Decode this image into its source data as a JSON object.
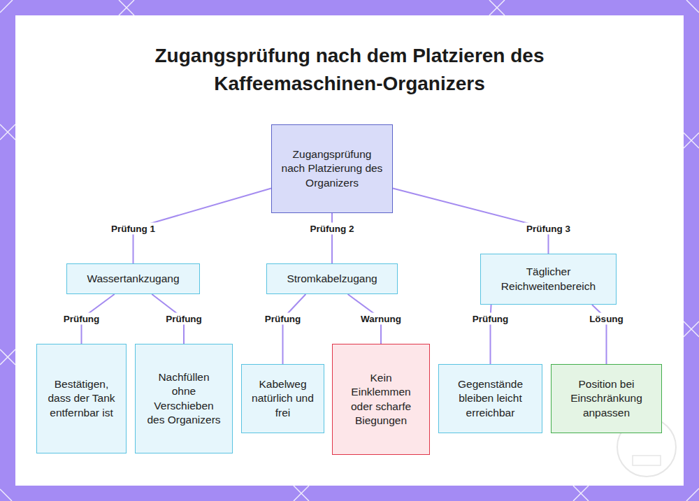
{
  "diagram": {
    "title": "Zugangsprüfung nach dem Platzieren des Kaffeemaschinen-Organizers",
    "nodes": [
      {
        "text": [
          "Zugangsprüfung nach Platzierung des Organizers"
        ]
      },
      {
        "text": [
          "Wassertankzugang"
        ]
      },
      {
        "text": [
          "Stromkabelzugang"
        ]
      },
      {
        "text": [
          "Täglicher Reichweitenbereich"
        ]
      },
      {
        "text": [
          "Bestätigen, dass der Tank entfernbar ist"
        ]
      },
      {
        "text": [
          "Nachfüllen ohne Verschieben des Organizers"
        ]
      },
      {
        "text": [
          "Kabelweg natürlich und frei"
        ]
      },
      {
        "text": [
          "Kein Einklemmen oder scharfe Biegungen"
        ]
      },
      {
        "text": [
          "Gegenstände bleiben leicht erreichbar"
        ]
      },
      {
        "text": [
          "Position bei Einschränkung anpassen"
        ]
      }
    ],
    "edges": [
      {
        "from": 0,
        "to": 1,
        "label": "Prüfung 1",
        "arrow": "none"
      },
      {
        "from": 0,
        "to": 2,
        "label": "Prüfung 2",
        "arrow": "none"
      },
      {
        "from": 0,
        "to": 3,
        "label": "Prüfung 3",
        "arrow": "none"
      },
      {
        "from": 1,
        "to": 4,
        "label": "Prüfung",
        "arrow": "none"
      },
      {
        "from": 1,
        "to": 5,
        "label": "Prüfung",
        "arrow": "none"
      },
      {
        "from": 2,
        "to": 6,
        "label": "Prüfung",
        "arrow": "none"
      },
      {
        "from": 2,
        "to": 7,
        "label": "Warnung",
        "arrow": "none"
      },
      {
        "from": 3,
        "to": 8,
        "label": "Prüfung",
        "arrow": "none"
      },
      {
        "from": 3,
        "to": 9,
        "label": "Lösung",
        "arrow": "none"
      }
    ]
  }
}
